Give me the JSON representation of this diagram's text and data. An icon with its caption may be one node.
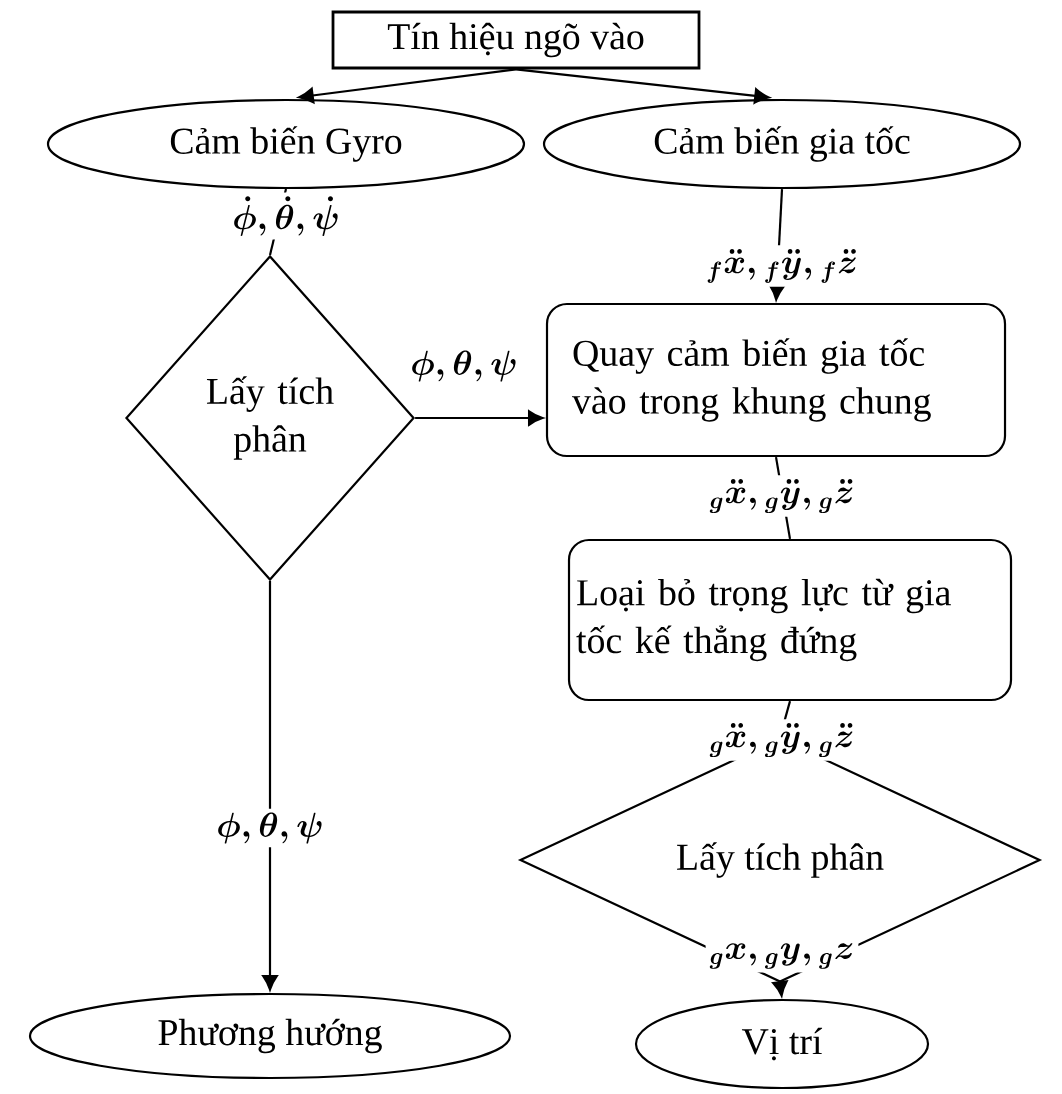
{
  "diagram": {
    "nodes": [
      {
        "text": [
          "Tín hiệu ngõ vào"
        ]
      },
      {
        "text": [
          "Cảm biến Gyro"
        ]
      },
      {
        "text": [
          "Cảm biến gia tốc"
        ]
      },
      {
        "text": [
          "Lấy tích phân"
        ]
      },
      {
        "text": [
          "Quay cảm biến gia tốc vào trong khung chung"
        ]
      },
      {
        "text": [
          "Loại bỏ trọng lực từ gia tốc kế thẳng đứng"
        ]
      },
      {
        "text": [
          "Lấy tích phân"
        ]
      },
      {
        "text": [
          "Phương hướng"
        ]
      },
      {
        "text": [
          "Vị trí"
        ]
      }
    ],
    "edges": [
      {
        "from": 0,
        "to": 1,
        "arrow": "to"
      },
      {
        "from": 0,
        "to": 2,
        "arrow": "to"
      },
      {
        "from": 1,
        "to": 3,
        "arrow": "none",
        "label": "\\dot{\\phi}, \\dot{\\theta}, \\dot{\\psi}"
      },
      {
        "from": 2,
        "to": 4,
        "arrow": "to",
        "label": "{}_{f}\\ddot{x}, {}_{f}\\ddot{y}, {}_{f}\\ddot{z}"
      },
      {
        "from": 3,
        "to": 4,
        "arrow": "to",
        "label": "\\phi, \\theta, \\psi"
      },
      {
        "from": 4,
        "to": 5,
        "arrow": "none",
        "label": "{}_{g}\\ddot{x}, {}_{g}\\ddot{y}, {}_{g}\\ddot{z}"
      },
      {
        "from": 5,
        "to": 6,
        "arrow": "none",
        "label": "{}_{g}\\ddot{x}, {}_{g}\\ddot{y}, {}_{g}\\ddot{z}"
      },
      {
        "from": 3,
        "to": 7,
        "arrow": "to",
        "label": "\\phi, \\theta, \\psi"
      },
      {
        "from": 6,
        "to": 8,
        "arrow": "to",
        "label": "{}_{g}x, {}_{g}y, {}_{g}z"
      }
    ]
  }
}
